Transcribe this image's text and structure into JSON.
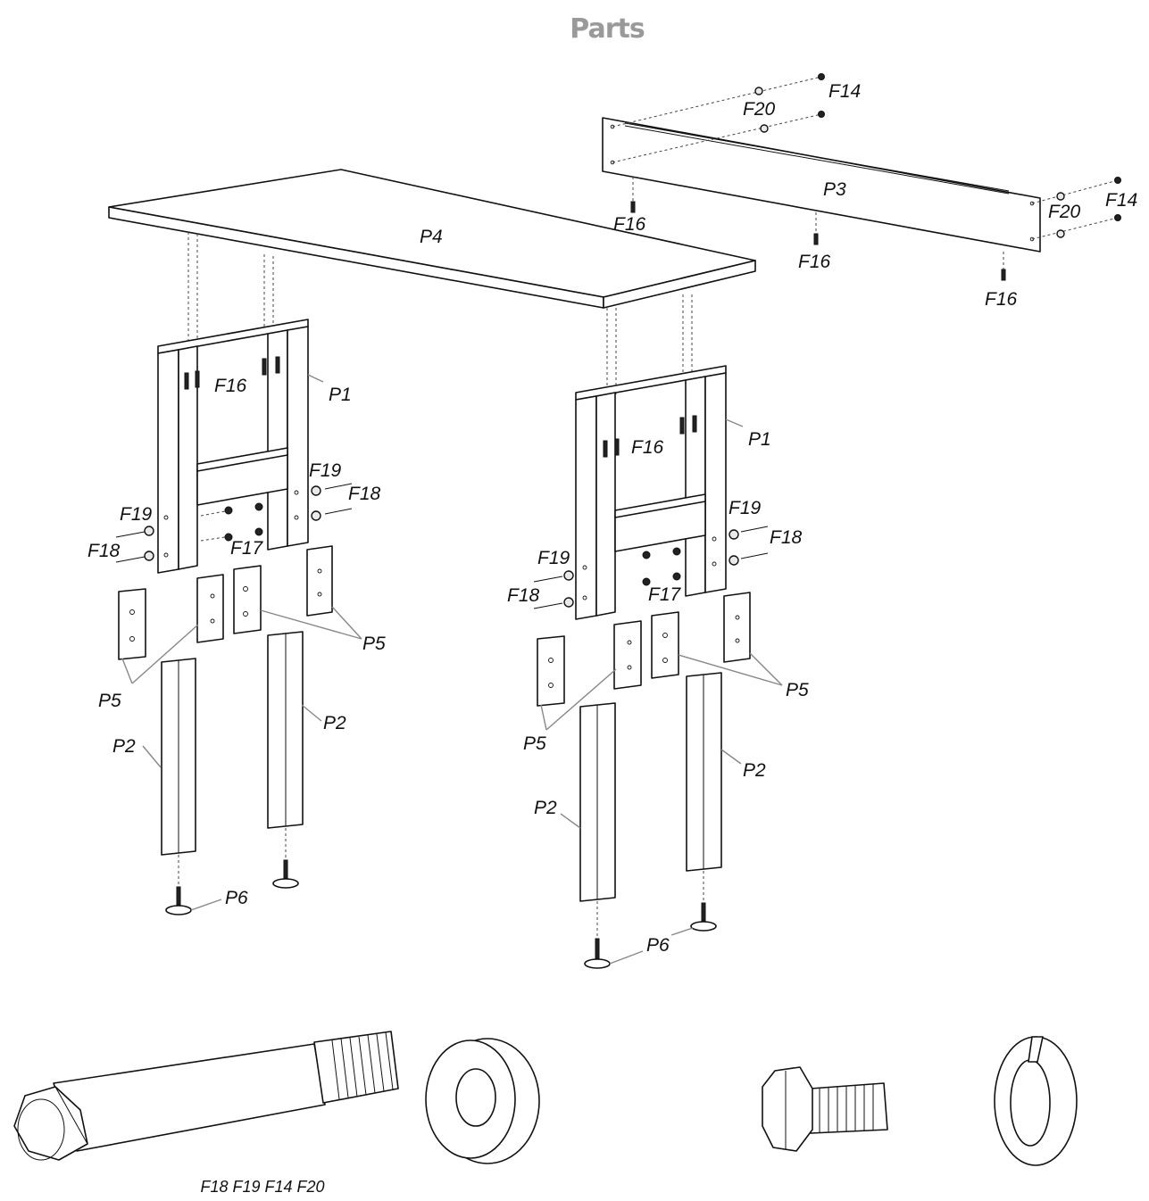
{
  "title": "Parts",
  "labels": {
    "p1": "P1",
    "p2": "P2",
    "p3": "P3",
    "p4": "P4",
    "p5": "P5",
    "p6": "P6",
    "f14": "F14",
    "f16": "F16",
    "f17": "F17",
    "f18": "F18",
    "f19": "F19",
    "f20": "F20"
  },
  "hardware_caption": "F18 F19 F14 F20"
}
